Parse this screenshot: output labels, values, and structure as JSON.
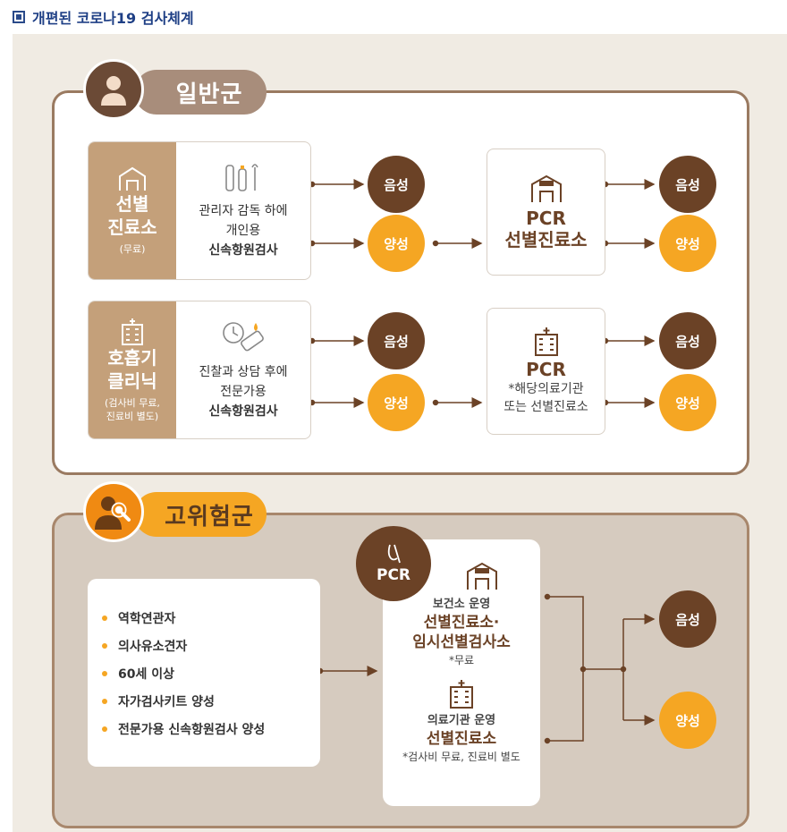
{
  "title": "개편된 코로나19 검사체계",
  "general": {
    "label": "일반군",
    "row1": {
      "tag": [
        "선별",
        "진료소"
      ],
      "tag_note": "(무료)",
      "desc": [
        "관리자 감독 하에",
        "개인용",
        "신속항원검사"
      ],
      "negative": "음성",
      "positive": "양성",
      "pcr_main": [
        "PCR",
        "선별진료소"
      ],
      "result_negative": "음성",
      "result_positive": "양성"
    },
    "row2": {
      "tag": [
        "호흡기",
        "클리닉"
      ],
      "tag_note": [
        "(검사비 무료,",
        "진료비 별도)"
      ],
      "desc": [
        "진찰과 상담 후에",
        "전문가용",
        "신속항원검사"
      ],
      "negative": "음성",
      "positive": "양성",
      "pcr_main": "PCR",
      "pcr_sub": [
        "*해당의료기관",
        "또는 선별진료소"
      ],
      "result_negative": "음성",
      "result_positive": "양성"
    }
  },
  "high_risk": {
    "label": "고위험군",
    "list": [
      "역학연관자",
      "의사유소견자",
      "60세 이상",
      "자가검사키트 양성",
      "전문가용 신속항원검사 양성"
    ],
    "pcr_badge": "PCR",
    "center": {
      "a_sub": "보건소 운영",
      "a_main": [
        "선별진료소·",
        "임시선별검사소"
      ],
      "a_note": "*무료",
      "b_sub": "의료기관 운영",
      "b_main": "선별진료소",
      "b_note": "*검사비 무료, 진료비 별도"
    },
    "result_negative": "음성",
    "result_positive": "양성"
  },
  "colors": {
    "dark_brown": "#6b4226",
    "orange": "#f5a623",
    "tag_tan": "#c4a07a",
    "title_blue": "#1e3f85"
  }
}
